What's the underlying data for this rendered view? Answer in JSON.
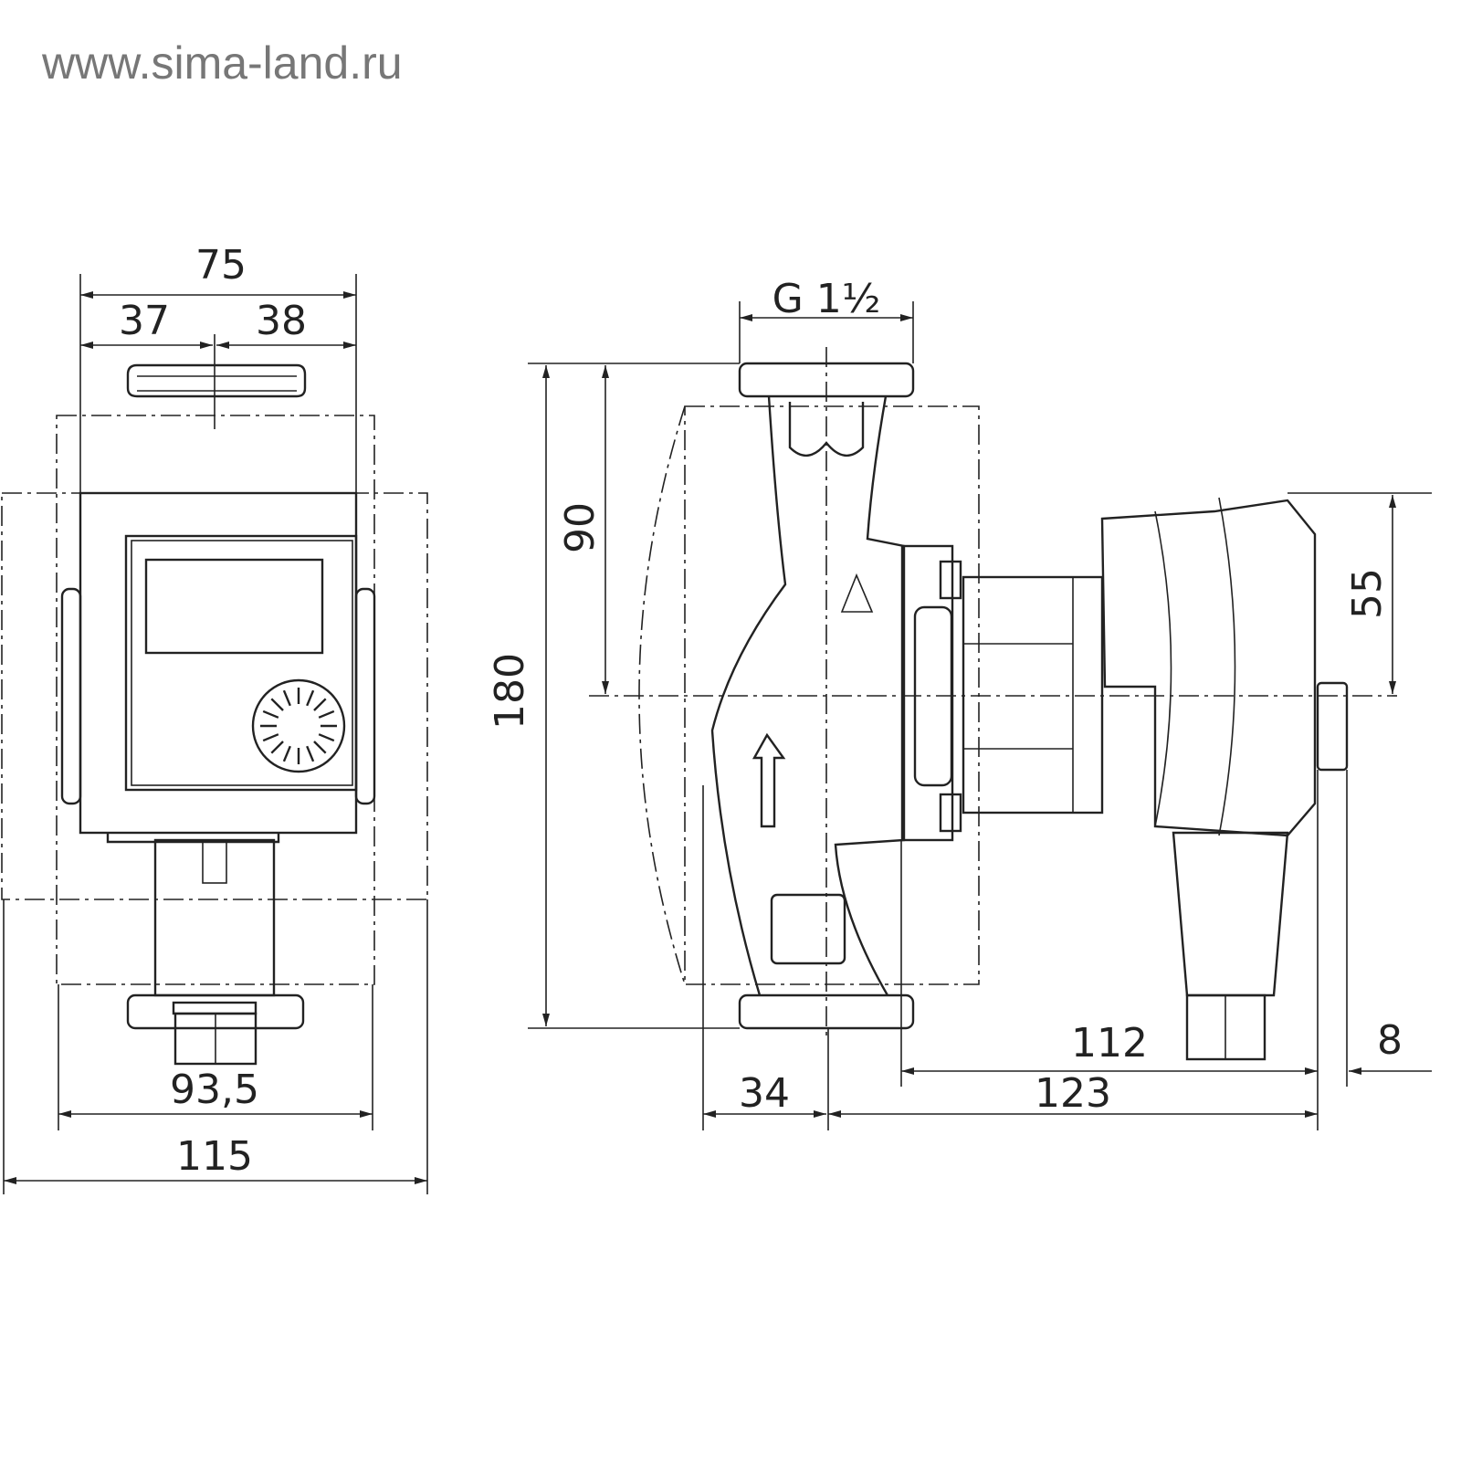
{
  "watermark": "www.sima-land.ru",
  "front_view": {
    "dim_total_width": "75",
    "dim_left": "37",
    "dim_right": "38",
    "dim_flange_span": "93,5",
    "dim_overall": "115"
  },
  "side_view": {
    "dim_thread": "G 1½",
    "dim_height": "180",
    "dim_half_height": "90",
    "dim_motor_half": "55",
    "dim_depth_112": "112",
    "dim_depth_123": "123",
    "dim_offset_34": "34",
    "dim_clearance_8": "8"
  }
}
